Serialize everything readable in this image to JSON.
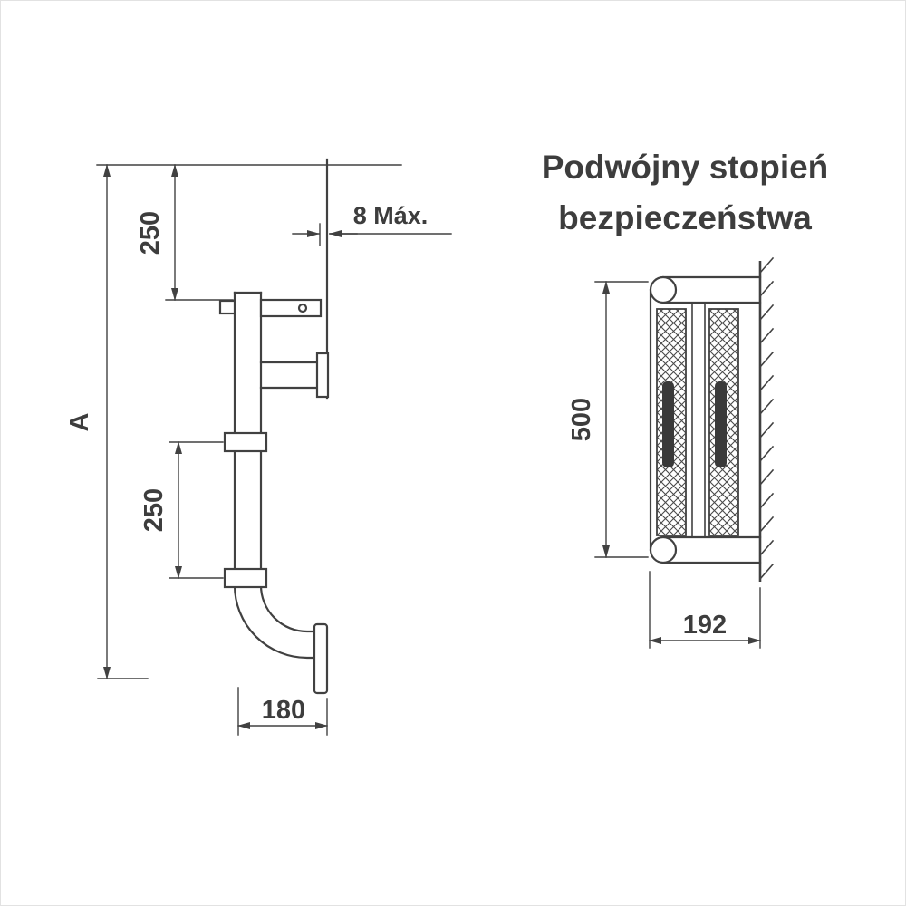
{
  "diagram": {
    "side_view": {
      "dim_overall_height": "A",
      "dim_top_spacing": "250",
      "dim_step_spacing": "250",
      "dim_wall_gap": "8 Máx.",
      "dim_bottom_width": "180"
    },
    "top_view": {
      "title_line1": "Podwójny stopień",
      "title_line2": "bezpieczeństwa",
      "dim_height": "500",
      "dim_width": "192"
    },
    "colors": {
      "line": "#414141",
      "text": "#3d3d3d",
      "tread_dark": "#3a3a3a",
      "background": "#ffffff"
    }
  }
}
